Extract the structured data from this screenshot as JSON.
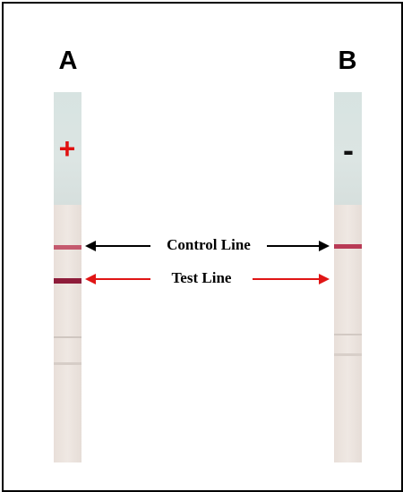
{
  "strips": [
    {
      "label": "A",
      "result_sign": "+",
      "sign_color": "#e01010"
    },
    {
      "label": "B",
      "result_sign": "-",
      "sign_color": "#111111"
    }
  ],
  "lines": {
    "control": {
      "label": "Control Line",
      "arrow_color": "#000000"
    },
    "test": {
      "label": "Test Line",
      "arrow_color": "#e01515"
    }
  },
  "colors": {
    "control_band": "#b83a55",
    "test_band": "#8e1c3a"
  }
}
